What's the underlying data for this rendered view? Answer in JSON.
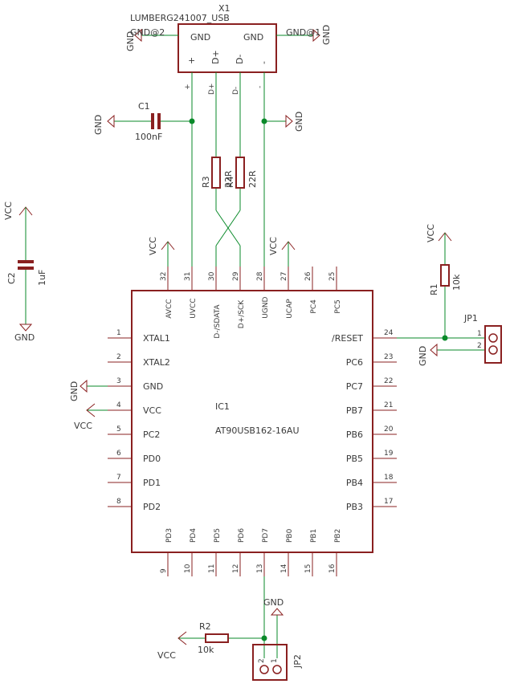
{
  "x1": {
    "ref": "X1",
    "value": "LUMBERG241007_USB",
    "gnd1": "GND",
    "gnd2": "GND",
    "pins": [
      "+",
      "D+",
      "D-",
      "-"
    ],
    "gnd_left": "GND@2",
    "gnd_right": "GND@1",
    "wire_labels": [
      "+",
      "D+",
      "D-",
      "-"
    ]
  },
  "c1": {
    "ref": "C1",
    "value": "100nF"
  },
  "c2": {
    "ref": "C2",
    "value": "1uF"
  },
  "r3": {
    "ref": "R3",
    "value": "22R"
  },
  "r4": {
    "ref": "R4",
    "value": "22R"
  },
  "r1": {
    "ref": "R1",
    "value": "10k"
  },
  "r2": {
    "ref": "R2",
    "value": "10k"
  },
  "jp1": {
    "ref": "JP1",
    "pin1": "1",
    "pin2": "2"
  },
  "jp2": {
    "ref": "JP2",
    "pin1": "1",
    "pin2": "2"
  },
  "supply": {
    "gnd": "GND",
    "vcc": "VCC"
  },
  "ic1": {
    "ref": "IC1",
    "value": "AT90USB162-16AU",
    "top": [
      {
        "num": "32",
        "name": "AVCC"
      },
      {
        "num": "31",
        "name": "UVCC"
      },
      {
        "num": "30",
        "name": "D-/SDATA"
      },
      {
        "num": "29",
        "name": "D+/SCK"
      },
      {
        "num": "28",
        "name": "UGND"
      },
      {
        "num": "27",
        "name": "UCAP"
      },
      {
        "num": "26",
        "name": "PC4"
      },
      {
        "num": "25",
        "name": "PC5"
      }
    ],
    "left": [
      {
        "num": "1",
        "name": "XTAL1"
      },
      {
        "num": "2",
        "name": "XTAL2"
      },
      {
        "num": "3",
        "name": "GND"
      },
      {
        "num": "4",
        "name": "VCC"
      },
      {
        "num": "5",
        "name": "PC2"
      },
      {
        "num": "6",
        "name": "PD0"
      },
      {
        "num": "7",
        "name": "PD1"
      },
      {
        "num": "8",
        "name": "PD2"
      }
    ],
    "right": [
      {
        "num": "24",
        "name": "/RESET"
      },
      {
        "num": "23",
        "name": "PC6"
      },
      {
        "num": "22",
        "name": "PC7"
      },
      {
        "num": "21",
        "name": "PB7"
      },
      {
        "num": "20",
        "name": "PB6"
      },
      {
        "num": "19",
        "name": "PB5"
      },
      {
        "num": "18",
        "name": "PB4"
      },
      {
        "num": "17",
        "name": "PB3"
      }
    ],
    "bottom": [
      {
        "num": "9",
        "name": "PD3"
      },
      {
        "num": "10",
        "name": "PD4"
      },
      {
        "num": "11",
        "name": "PD5"
      },
      {
        "num": "12",
        "name": "PD6"
      },
      {
        "num": "13",
        "name": "PD7"
      },
      {
        "num": "14",
        "name": "PB0"
      },
      {
        "num": "15",
        "name": "PB1"
      },
      {
        "num": "16",
        "name": "PB2"
      }
    ]
  }
}
